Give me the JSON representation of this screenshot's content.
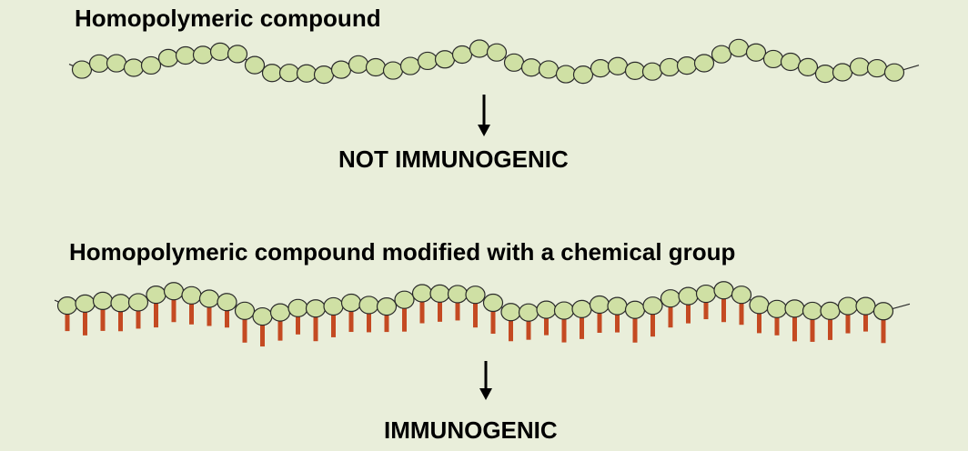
{
  "top": {
    "title": "Homopolymeric compound",
    "result": "NOT IMMUNOGENIC"
  },
  "bottom": {
    "title": "Homopolymeric compound modified with a chemical group",
    "result": "IMMUNOGENIC"
  },
  "colors": {
    "background": "#e9eeda",
    "bead_fill": "#cfe0a4",
    "bead_stroke": "#2a2a2a",
    "chemical_group": "#c44a22"
  }
}
